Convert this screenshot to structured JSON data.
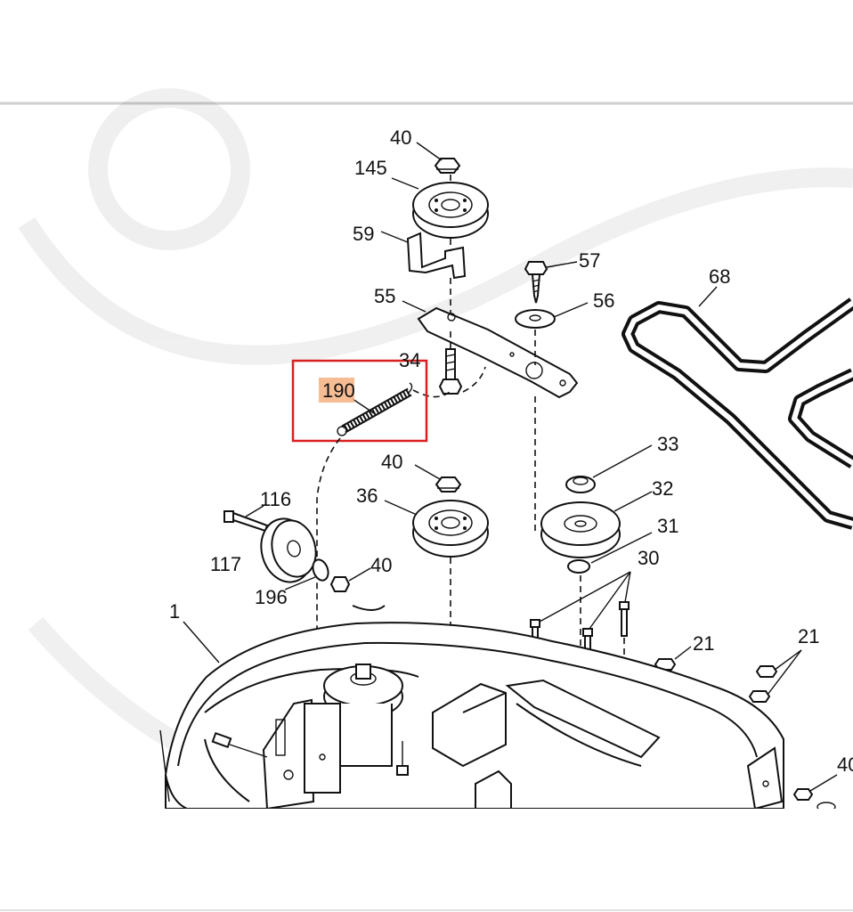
{
  "diagram": {
    "colors": {
      "highlight_box": "#d92020",
      "highlight_label_bg": "#f4b183",
      "line": "#111111",
      "background": "#ffffff"
    },
    "labels": {
      "p40a": "40",
      "p145": "145",
      "p59": "59",
      "p55": "55",
      "p57": "57",
      "p56": "56",
      "p68": "68",
      "p34": "34",
      "p190": "190",
      "p33": "33",
      "p40b": "40",
      "p32": "32",
      "p36": "36",
      "p31": "31",
      "p116": "116",
      "p30": "30",
      "p117": "117",
      "p40c": "40",
      "p196": "196",
      "p1": "1",
      "p21a": "21",
      "p21b": "21",
      "p40d": "40"
    },
    "highlighted_part": "190"
  }
}
